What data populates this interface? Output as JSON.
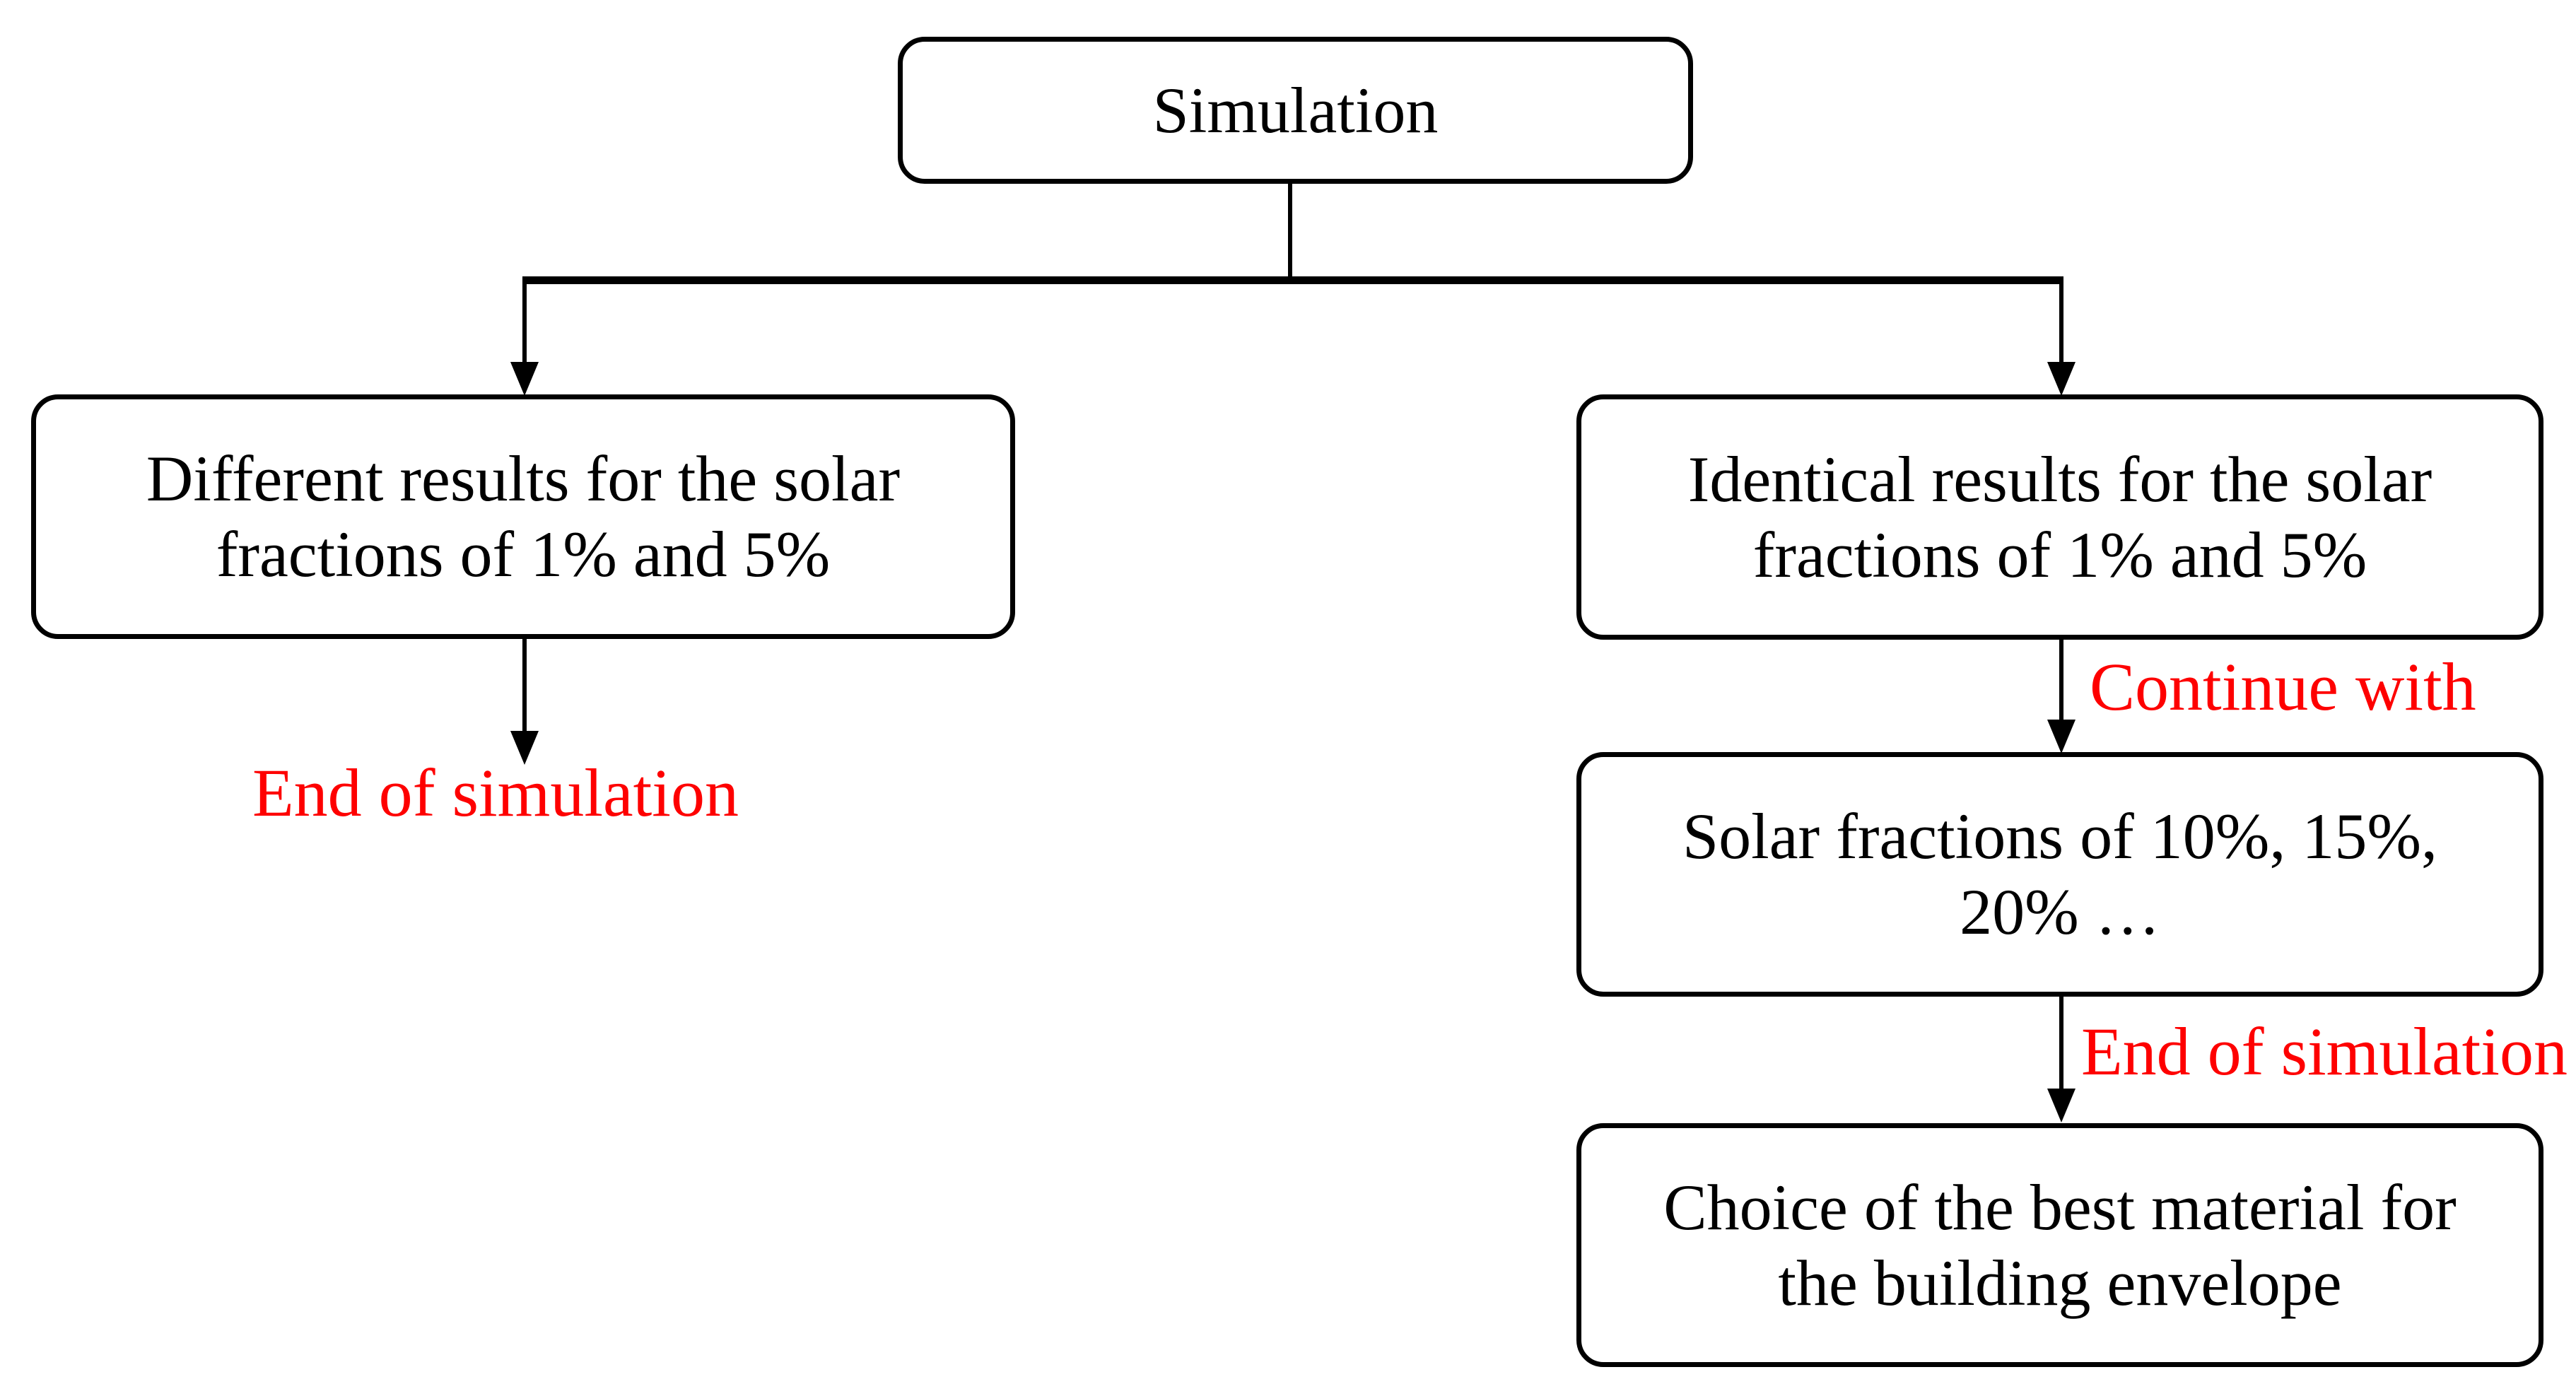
{
  "figure": {
    "type": "flowchart",
    "description": "Simulation decision flowchart for solar fractions and building envelope material choice"
  },
  "colors": {
    "canvas_bg": "#ffffff",
    "node_border": "#000000",
    "node_text": "#000000",
    "connector": "#000000",
    "edge_label_red": "#fe0000"
  },
  "nodes": {
    "simulation": {
      "lines": [
        "Simulation"
      ]
    },
    "different_results": {
      "lines": [
        "Different results for the solar",
        "fractions of 1% and 5%"
      ]
    },
    "identical_results": {
      "lines": [
        "Identical results for the solar",
        "fractions of 1% and 5%"
      ]
    },
    "solar_fractions": {
      "lines": [
        "Solar fractions of 10%, 15%,",
        "20% …"
      ]
    },
    "best_material": {
      "lines": [
        "Choice of the best material for",
        "the building envelope"
      ]
    }
  },
  "edge_labels": {
    "end_of_simulation_left": "End of simulation",
    "continue_with": "Continue with",
    "end_of_simulation_right": "End of simulation"
  }
}
